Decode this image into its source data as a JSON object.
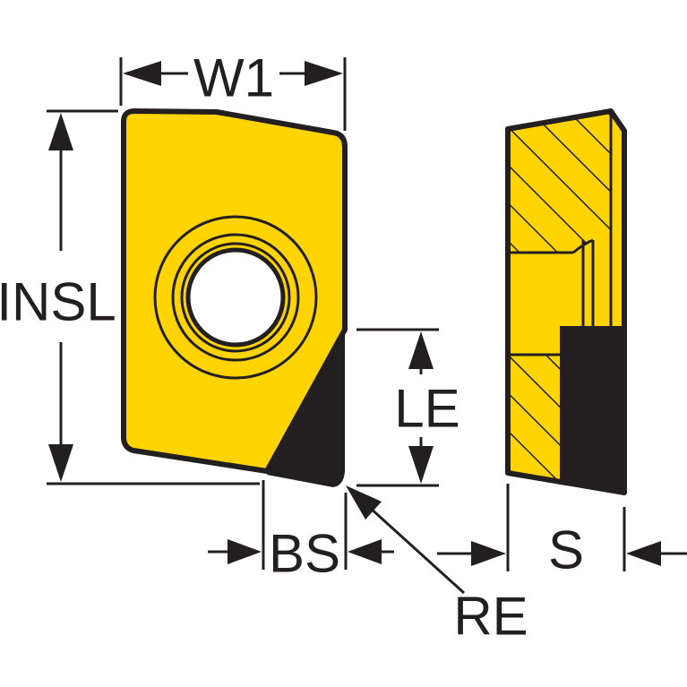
{
  "labels": {
    "w1": "W1",
    "insl": "INSL",
    "le": "LE",
    "bs": "BS",
    "re": "RE",
    "s": "S"
  },
  "colors": {
    "insert_fill": "#ffd400",
    "ink": "#231f20",
    "background": "#ffffff"
  }
}
